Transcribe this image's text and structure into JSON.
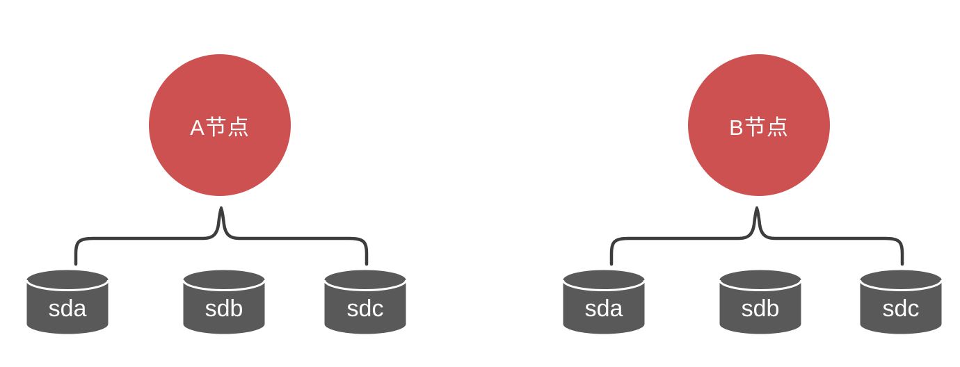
{
  "diagram": {
    "background": "#ffffff",
    "colors": {
      "node_circle": "#CE5151",
      "disk_body": "#595959",
      "brace_line": "#3D3D3D",
      "label_text": "#FFFFFF"
    },
    "groups": [
      {
        "node_label": "A节点",
        "disks": [
          "sda",
          "sdb",
          "sdc"
        ]
      },
      {
        "node_label": "B节点",
        "disks": [
          "sda",
          "sdb",
          "sdc"
        ]
      }
    ]
  }
}
